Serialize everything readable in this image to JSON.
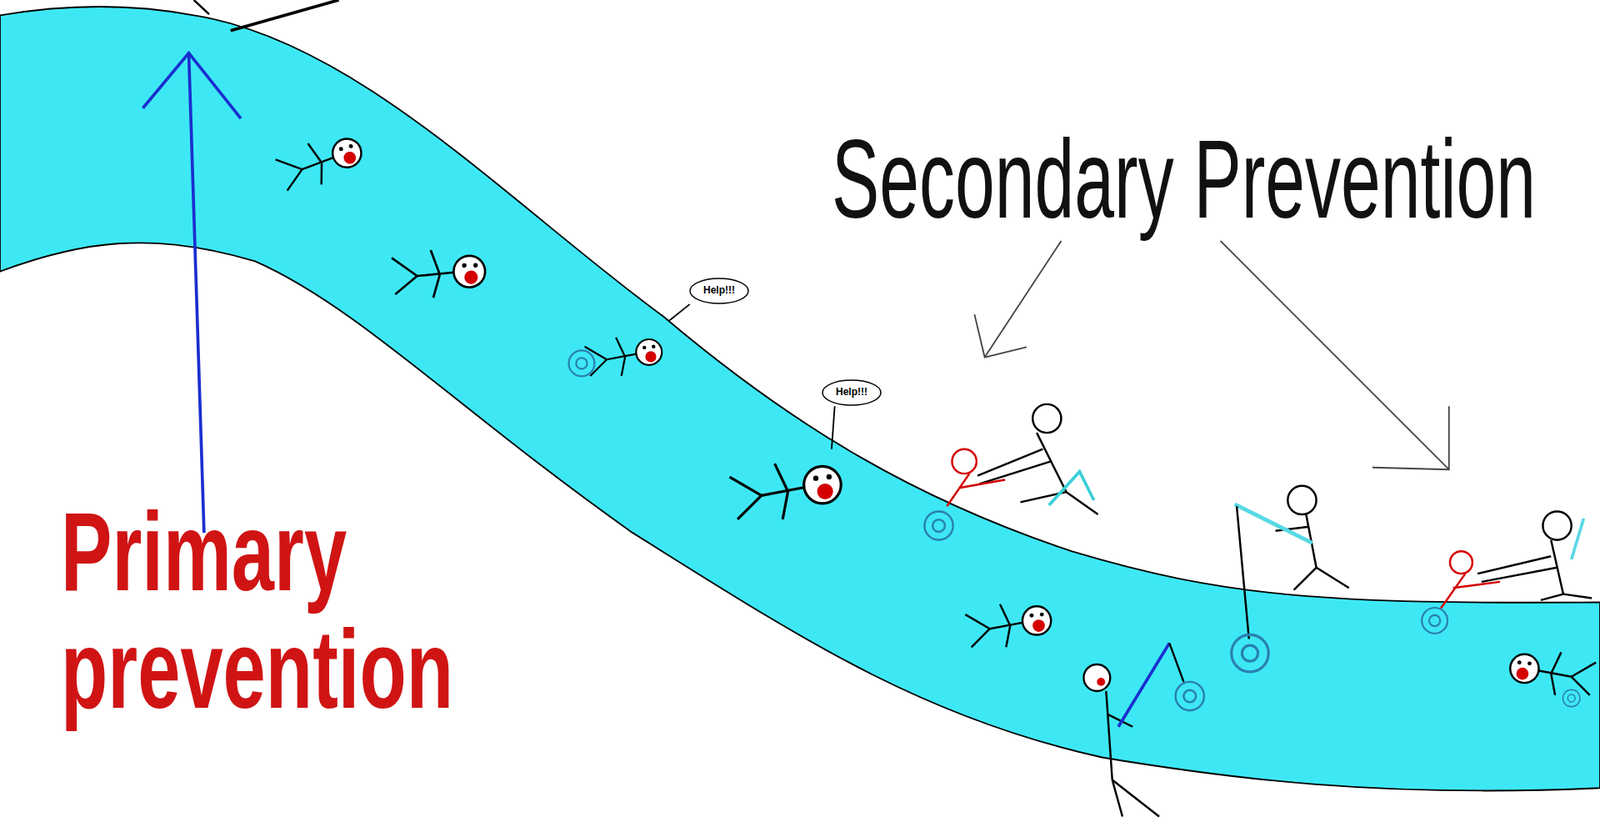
{
  "diagram": {
    "nodes": [
      {
        "text": [
          "Help!!!"
        ]
      },
      {
        "text": [
          "Help!!!"
        ]
      }
    ],
    "labels": [
      "Secondary Prevention",
      "Primary prevention"
    ]
  }
}
